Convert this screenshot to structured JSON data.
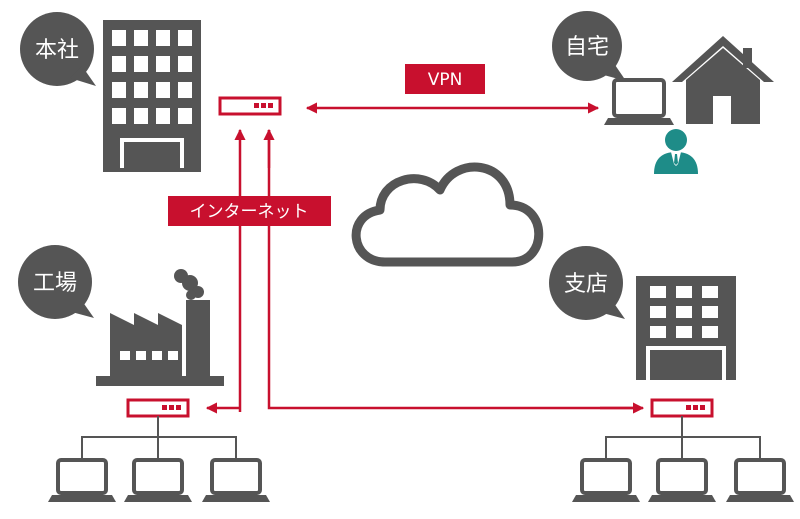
{
  "colors": {
    "gray": "#555555",
    "red": "#c8102e",
    "teal": "#1e8c88",
    "white": "#ffffff",
    "cloud_fill": "#ffffff"
  },
  "sites": {
    "head_office": "本社",
    "home": "自宅",
    "factory": "工場",
    "branch": "支店"
  },
  "labels": {
    "vpn": "VPN",
    "internet": "インターネット"
  },
  "icons": {
    "building": "office-building-icon",
    "house": "house-icon",
    "user": "user-icon",
    "laptop": "laptop-icon",
    "router": "router-icon",
    "cloud": "cloud-icon",
    "factory": "factory-icon"
  }
}
